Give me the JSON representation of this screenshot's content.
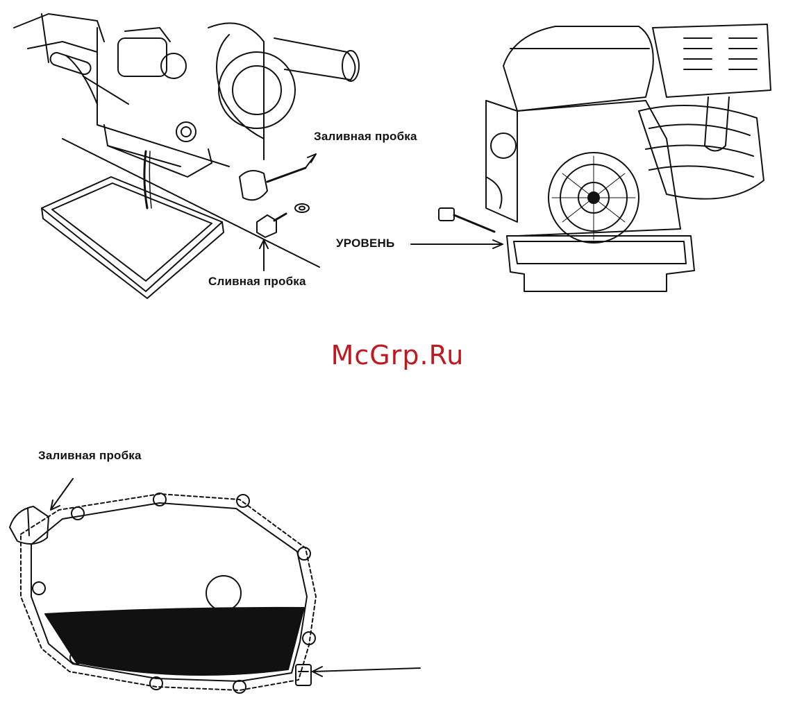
{
  "figures": {
    "top_left": {
      "fill_plug_label": "Заливная пробка",
      "drain_plug_label": "Сливная пробка"
    },
    "top_right": {
      "level_label": "УРОВЕНЬ"
    },
    "bottom": {
      "fill_plug_label": "Заливная пробка"
    }
  },
  "watermark": {
    "text": "McGrp.Ru",
    "color": "#c0181f"
  },
  "colors": {
    "ink": "#111111",
    "oil": "#111111",
    "background": "#ffffff"
  }
}
